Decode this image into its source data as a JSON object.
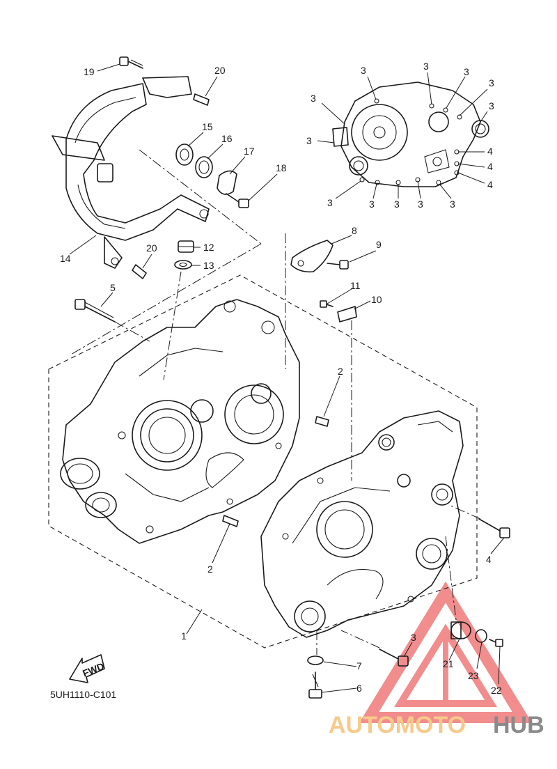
{
  "diagram": {
    "part_code": "5UH1110-C101",
    "fwd_label": "FWD",
    "watermark": {
      "text_a": "AUTOMOTO",
      "text_b": "HUB",
      "color_a": "#f7c98a",
      "color_b": "#8a8a8a",
      "logo_color": "#f07a7a"
    },
    "callouts": [
      {
        "id": "c1",
        "label": "1"
      },
      {
        "id": "c2a",
        "label": "2"
      },
      {
        "id": "c2b",
        "label": "2"
      },
      {
        "id": "c3a",
        "label": "3"
      },
      {
        "id": "c4a",
        "label": "4"
      },
      {
        "id": "c5",
        "label": "5"
      },
      {
        "id": "c6",
        "label": "6"
      },
      {
        "id": "c7",
        "label": "7"
      },
      {
        "id": "c8",
        "label": "8"
      },
      {
        "id": "c9",
        "label": "9"
      },
      {
        "id": "c10",
        "label": "10"
      },
      {
        "id": "c11",
        "label": "11"
      },
      {
        "id": "c12",
        "label": "12"
      },
      {
        "id": "c13",
        "label": "13"
      },
      {
        "id": "c14",
        "label": "14"
      },
      {
        "id": "c15",
        "label": "15"
      },
      {
        "id": "c16",
        "label": "16"
      },
      {
        "id": "c17",
        "label": "17"
      },
      {
        "id": "c18",
        "label": "18"
      },
      {
        "id": "c19",
        "label": "19"
      },
      {
        "id": "c20a",
        "label": "20"
      },
      {
        "id": "c20b",
        "label": "20"
      },
      {
        "id": "c21",
        "label": "21"
      },
      {
        "id": "c22",
        "label": "22"
      },
      {
        "id": "c23",
        "label": "23"
      },
      {
        "id": "k3a",
        "label": "3"
      },
      {
        "id": "k3b",
        "label": "3"
      },
      {
        "id": "k3c",
        "label": "3"
      },
      {
        "id": "k3d",
        "label": "3"
      },
      {
        "id": "k3e",
        "label": "3"
      },
      {
        "id": "k3f",
        "label": "3"
      },
      {
        "id": "k3g",
        "label": "3"
      },
      {
        "id": "k3h",
        "label": "3"
      },
      {
        "id": "k3i",
        "label": "3"
      },
      {
        "id": "k3j",
        "label": "3"
      },
      {
        "id": "k3k",
        "label": "3"
      },
      {
        "id": "k3l",
        "label": "3"
      },
      {
        "id": "k4a",
        "label": "4"
      },
      {
        "id": "k4b",
        "label": "4"
      },
      {
        "id": "k4c",
        "label": "4"
      }
    ]
  }
}
